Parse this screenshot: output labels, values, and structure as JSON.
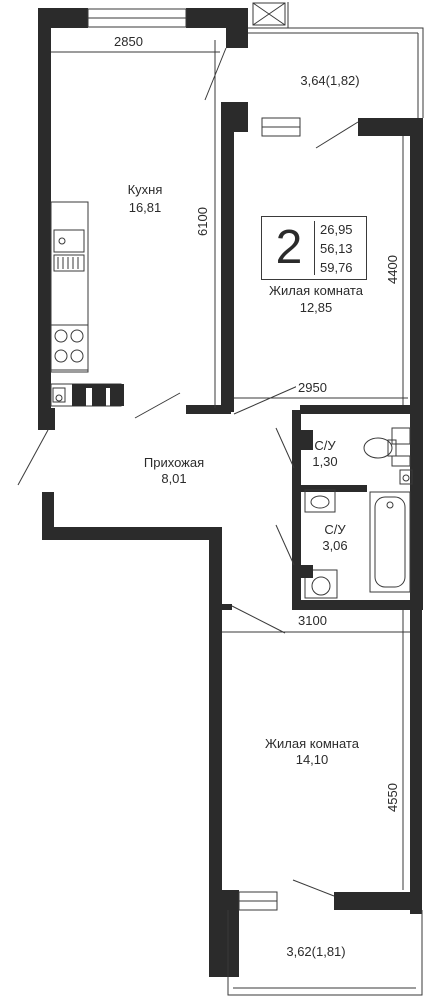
{
  "rooms_count": "2",
  "areas": [
    "26,95",
    "56,13",
    "59,76"
  ],
  "rooms": {
    "kitchen": {
      "name": "Кухня",
      "area": "16,81"
    },
    "balcony_top": {
      "area": "3,64(1,82)"
    },
    "living1": {
      "name": "Жилая комната",
      "area": "12,85"
    },
    "hall": {
      "name": "Прихожая",
      "area": "8,01"
    },
    "bath1": {
      "name": "С/У",
      "area": "1,30"
    },
    "bath2": {
      "name": "С/У",
      "area": "3,06"
    },
    "living2": {
      "name": "Жилая комната",
      "area": "14,10"
    },
    "balcony_bottom": {
      "area": "3,62(1,81)"
    }
  },
  "dimensions": {
    "kitchen_width": "2850",
    "kitchen_length": "6100",
    "living1_width": "2950",
    "living1_length": "4400",
    "living2_width": "3100",
    "living2_length": "4550"
  },
  "colors": {
    "wall": "#2b2b2b",
    "line": "#3a3a3a",
    "background": "#ffffff"
  }
}
